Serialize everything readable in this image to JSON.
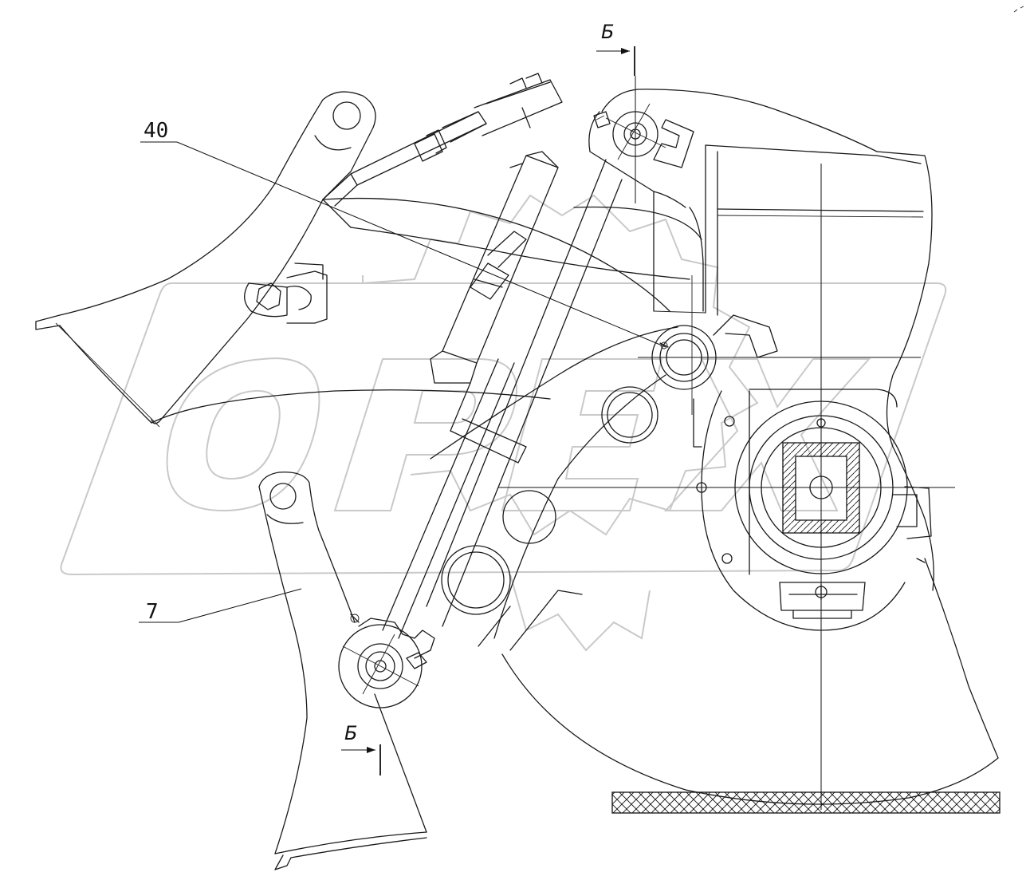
{
  "labels": {
    "part_40": "40",
    "part_7": "7",
    "section_top": "Б",
    "section_bottom": "Б"
  },
  "watermark": {
    "text": "OPEX",
    "color": "#c9c9c9"
  },
  "colors": {
    "line": "#1a1a1a",
    "background": "#ffffff"
  }
}
